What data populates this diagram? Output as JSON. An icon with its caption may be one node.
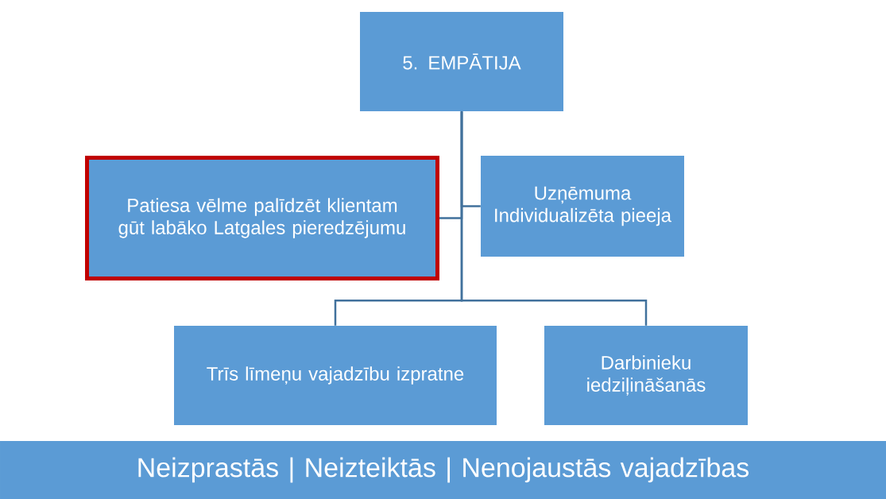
{
  "diagram": {
    "nodes": [
      {
        "text": [
          "5. EMPĀTIJA"
        ]
      },
      {
        "text": [
          "Patiesa vēlme palīdzēt klientam gūt labāko Latgales pieredzējumu"
        ]
      },
      {
        "text": [
          "Uzņēmuma Individualizēta pieeja"
        ]
      },
      {
        "text": [
          "Trīs līmeņu vajadzību izpratne"
        ]
      },
      {
        "text": [
          "Darbinieku iedziļināšanās"
        ]
      },
      {
        "text": [
          "Neizprastās | Neizteiktās | Nenojaustās vajadzības"
        ]
      }
    ],
    "edges": [
      {
        "from": 0,
        "to": 1,
        "arrow": "none"
      },
      {
        "from": 0,
        "to": 2,
        "arrow": "none"
      },
      {
        "from": 0,
        "to": 3,
        "arrow": "none"
      },
      {
        "from": 0,
        "to": 4,
        "arrow": "none"
      }
    ]
  }
}
